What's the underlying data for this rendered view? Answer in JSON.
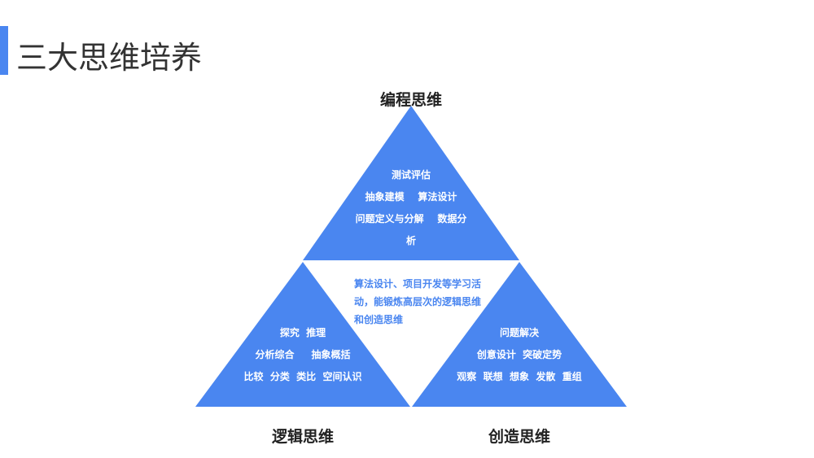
{
  "title": "三大思维培养",
  "accent": "#4a86f0",
  "top": {
    "label": "编程思维",
    "lines": [
      "测试评估",
      "抽象建模    算法设计",
      "问题定义与分解    数据分",
      "析"
    ]
  },
  "left": {
    "label": "逻辑思维",
    "lines": [
      "探究  推理",
      "分析综合     抽象概括",
      "比较  分类  类比  空间认识"
    ]
  },
  "right": {
    "label": "创造思维",
    "lines": [
      "问题解决",
      "创意设计  突破定势",
      "观察  联想  想象  发散  重组"
    ]
  },
  "center": {
    "text": "算法设计、项目开发等学习活动，能锻炼高层次的逻辑思维和创造思维"
  }
}
